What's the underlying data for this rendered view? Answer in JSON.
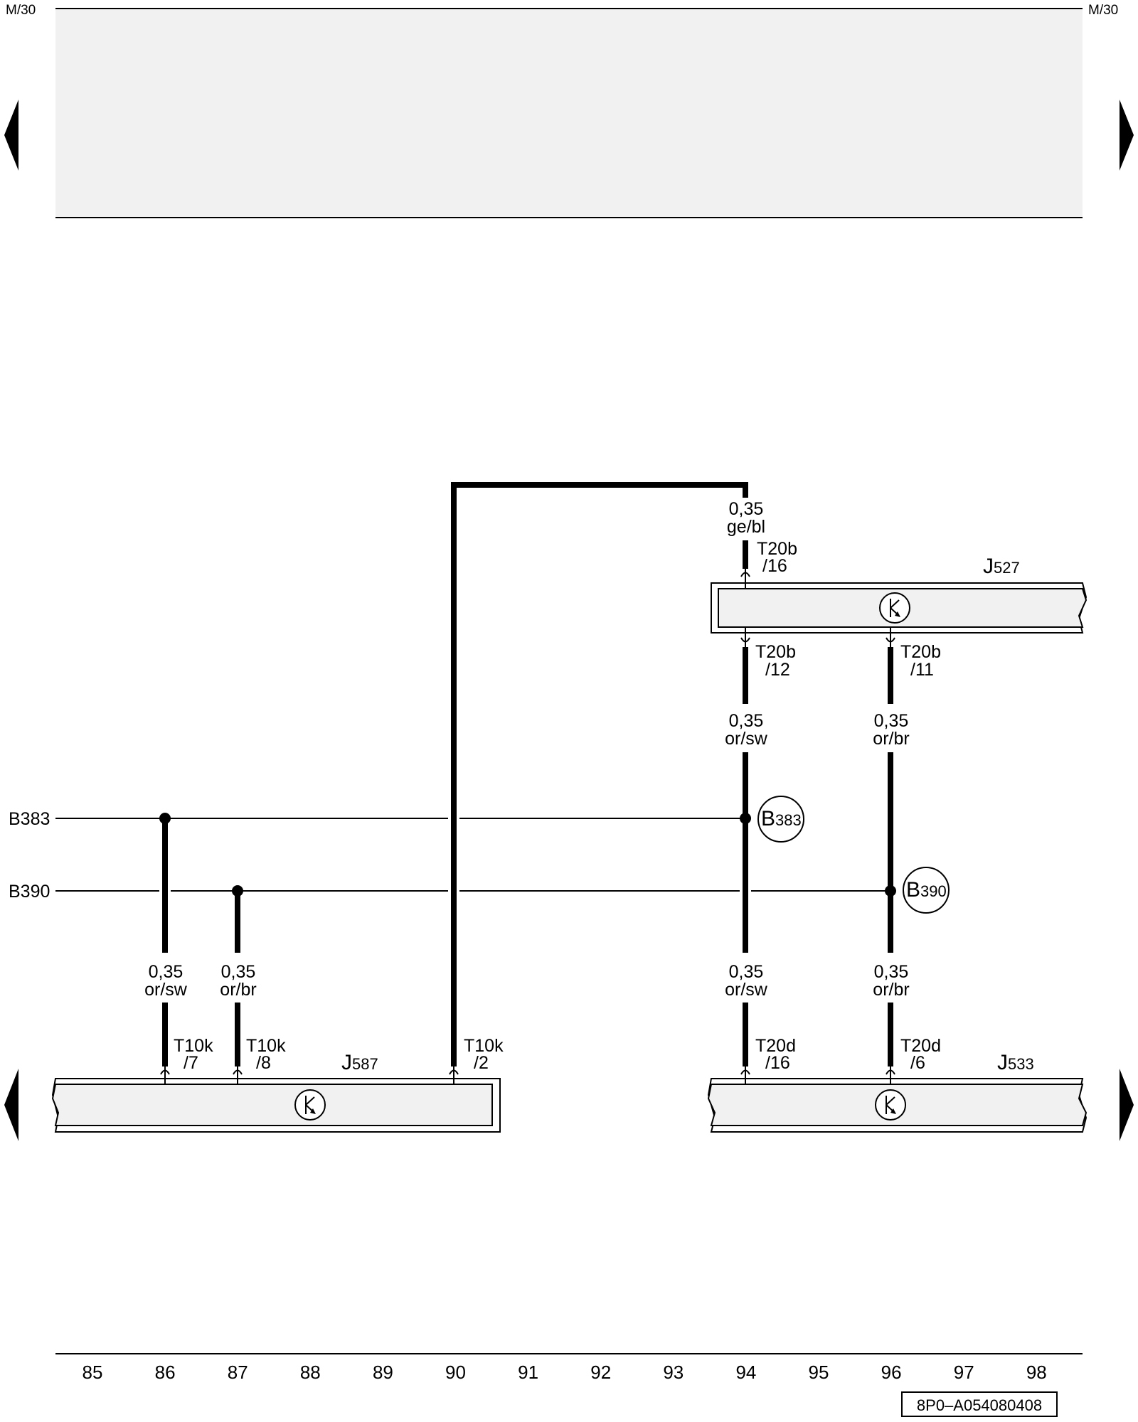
{
  "page_ref_left": "M/30",
  "page_ref_right": "M/30",
  "doc_code": "8P0–A054080408",
  "grid_numbers": [
    "85",
    "86",
    "87",
    "88",
    "89",
    "90",
    "91",
    "92",
    "93",
    "94",
    "95",
    "96",
    "97",
    "98"
  ],
  "buses": {
    "b383": "B383",
    "b390": "B390"
  },
  "splices": {
    "b383": {
      "letter": "B",
      "num": "383"
    },
    "b390": {
      "letter": "B",
      "num": "390"
    }
  },
  "components": {
    "j527": {
      "letter": "J",
      "num": "527"
    },
    "j587": {
      "letter": "J",
      "num": "587"
    },
    "j533": {
      "letter": "J",
      "num": "533"
    }
  },
  "wires": {
    "w94_top": {
      "size": "0,35",
      "color": "ge/bl"
    },
    "w94_mid": {
      "size": "0,35",
      "color": "or/sw"
    },
    "w96_mid": {
      "size": "0,35",
      "color": "or/br"
    },
    "w86": {
      "size": "0,35",
      "color": "or/sw"
    },
    "w87": {
      "size": "0,35",
      "color": "or/br"
    },
    "w94_low": {
      "size": "0,35",
      "color": "or/sw"
    },
    "w96_low": {
      "size": "0,35",
      "color": "or/br"
    }
  },
  "pins": {
    "t20b_16": {
      "conn": "T20b",
      "pin": "/16"
    },
    "t20b_12": {
      "conn": "T20b",
      "pin": "/12"
    },
    "t20b_11": {
      "conn": "T20b",
      "pin": "/11"
    },
    "t10k_7": {
      "conn": "T10k",
      "pin": "/7"
    },
    "t10k_8": {
      "conn": "T10k",
      "pin": "/8"
    },
    "t10k_2": {
      "conn": "T10k",
      "pin": "/2"
    },
    "t20d_16": {
      "conn": "T20d",
      "pin": "/16"
    },
    "t20d_6": {
      "conn": "T20d",
      "pin": "/6"
    }
  }
}
